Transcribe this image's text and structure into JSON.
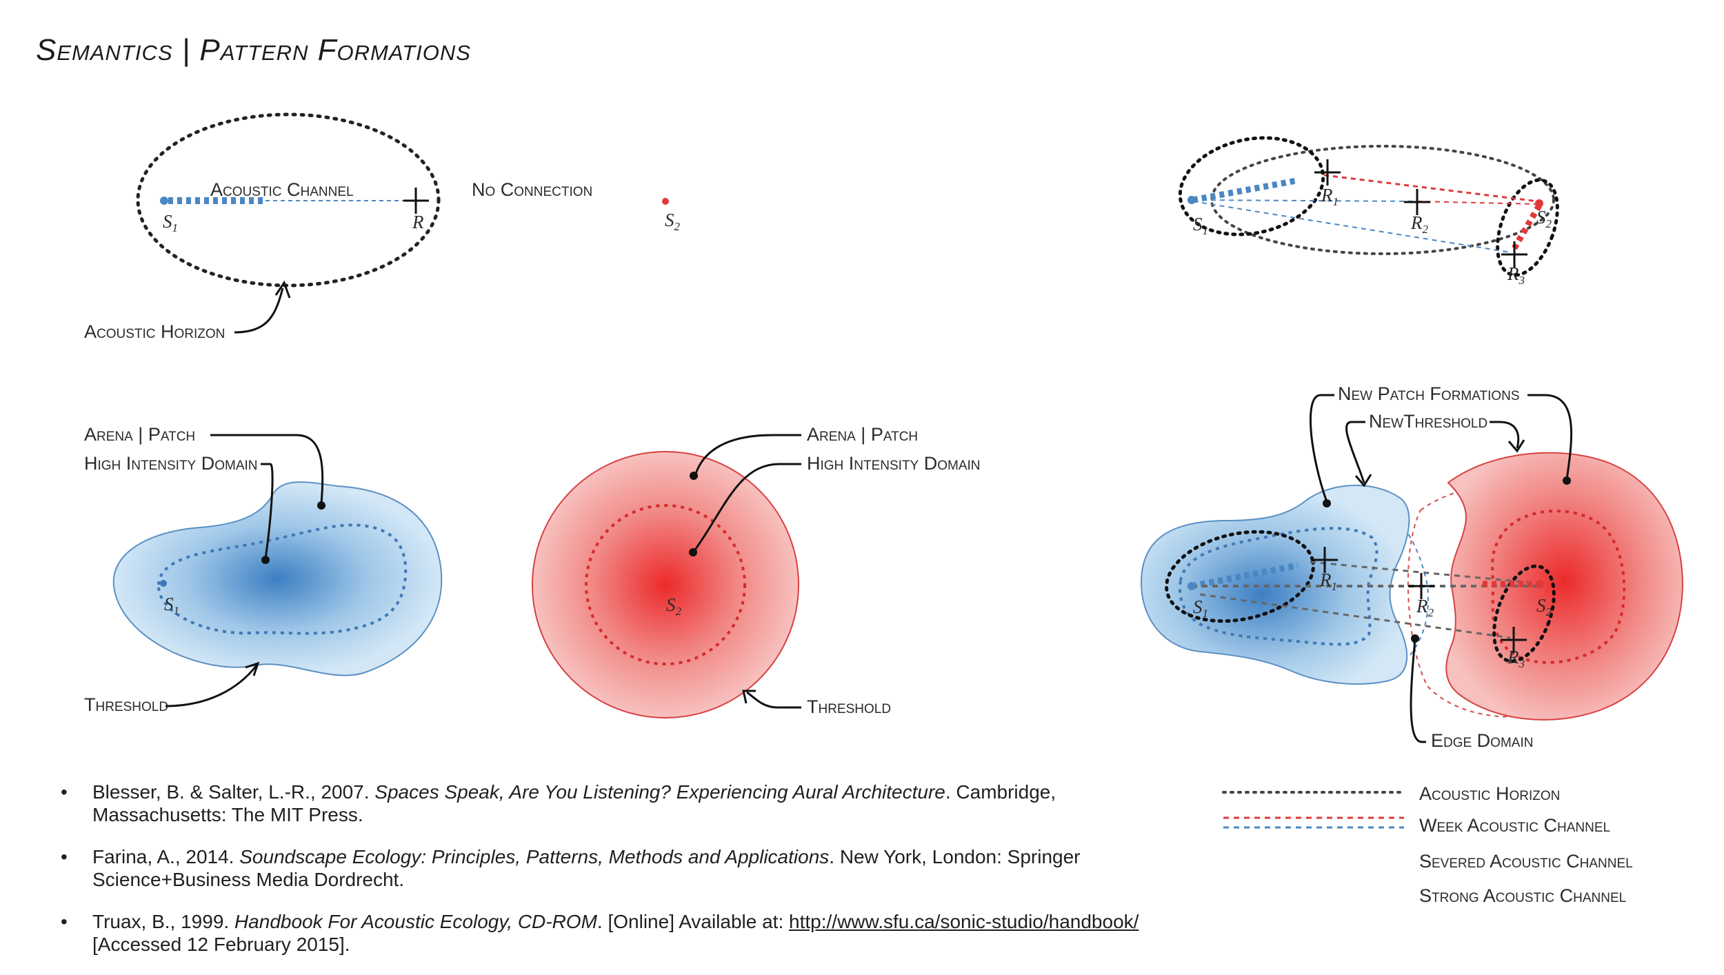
{
  "title": "Semantics | Pattern Formations",
  "colors": {
    "blue": "#4a87c2",
    "blue_fill": "#cfe4f4",
    "red": "#e0393a",
    "red_fill": "#f28a86",
    "horizon": "#222222",
    "severed": "#666666"
  },
  "diagram": {
    "panel1": {
      "channel_label": "Acoustic Channel",
      "horizon_label": "Acoustic Horizon",
      "source": "S",
      "source_sub": "1",
      "receiver": "R"
    },
    "panel2": {
      "no_connection_label": "No Connection",
      "source": "S",
      "source_sub": "2"
    },
    "panel3": {
      "sources": [
        {
          "letter": "S",
          "sub": "1"
        },
        {
          "letter": "S",
          "sub": "2"
        }
      ],
      "receivers": [
        {
          "letter": "R",
          "sub": "1"
        },
        {
          "letter": "R",
          "sub": "2"
        },
        {
          "letter": "R",
          "sub": "3"
        }
      ]
    },
    "panel4": {
      "arena_label": "Arena | Patch",
      "intensity_label": "High Intensity Domain",
      "threshold_label": "Threshold",
      "source": "S",
      "source_sub": "1"
    },
    "panel5": {
      "arena_label": "Arena | Patch",
      "intensity_label": "High Intensity Domain",
      "threshold_label": "Threshold",
      "source": "S",
      "source_sub": "2"
    },
    "panel6": {
      "new_patch_label": "New Patch Formations",
      "new_threshold_label": "NewThreshold",
      "edge_label": "Edge Domain",
      "sources": [
        {
          "letter": "S",
          "sub": "1"
        },
        {
          "letter": "S",
          "sub": "2"
        }
      ],
      "receivers": [
        {
          "letter": "R",
          "sub": "1"
        },
        {
          "letter": "R",
          "sub": "2"
        },
        {
          "letter": "R",
          "sub": "3"
        }
      ]
    }
  },
  "references": [
    {
      "pre": "Blesser, B. & Salter, L.-R., 2007. ",
      "title": "Spaces Speak, Are You Listening? Experiencing Aural Architecture",
      "post": ". Cambridge, Massachusetts: The MIT Press."
    },
    {
      "pre": "Farina, A., 2014. ",
      "title": "Soundscape Ecology: Principles, Patterns, Methods and Applications",
      "post": ". New York, London: Springer Science+Business Media Dordrecht."
    },
    {
      "pre": "Truax, B., 1999. ",
      "title": "Handbook For Acoustic Ecology, CD-ROM",
      "post": ". [Online] Available at: ",
      "url": "http://www.sfu.ca/sonic-studio/handbook/",
      "post2": " [Accessed 12 February 2015]."
    }
  ],
  "legend": [
    {
      "label": "Acoustic Horizon",
      "icon": "acoustic-horizon-line"
    },
    {
      "label": "Week Acoustic Channel",
      "icon": "weak-channel-lines"
    },
    {
      "label": "Severed Acoustic Channel",
      "icon": "severed-channel-line"
    },
    {
      "label": "Strong Acoustic Channel",
      "icon": "strong-channel-lines"
    }
  ]
}
